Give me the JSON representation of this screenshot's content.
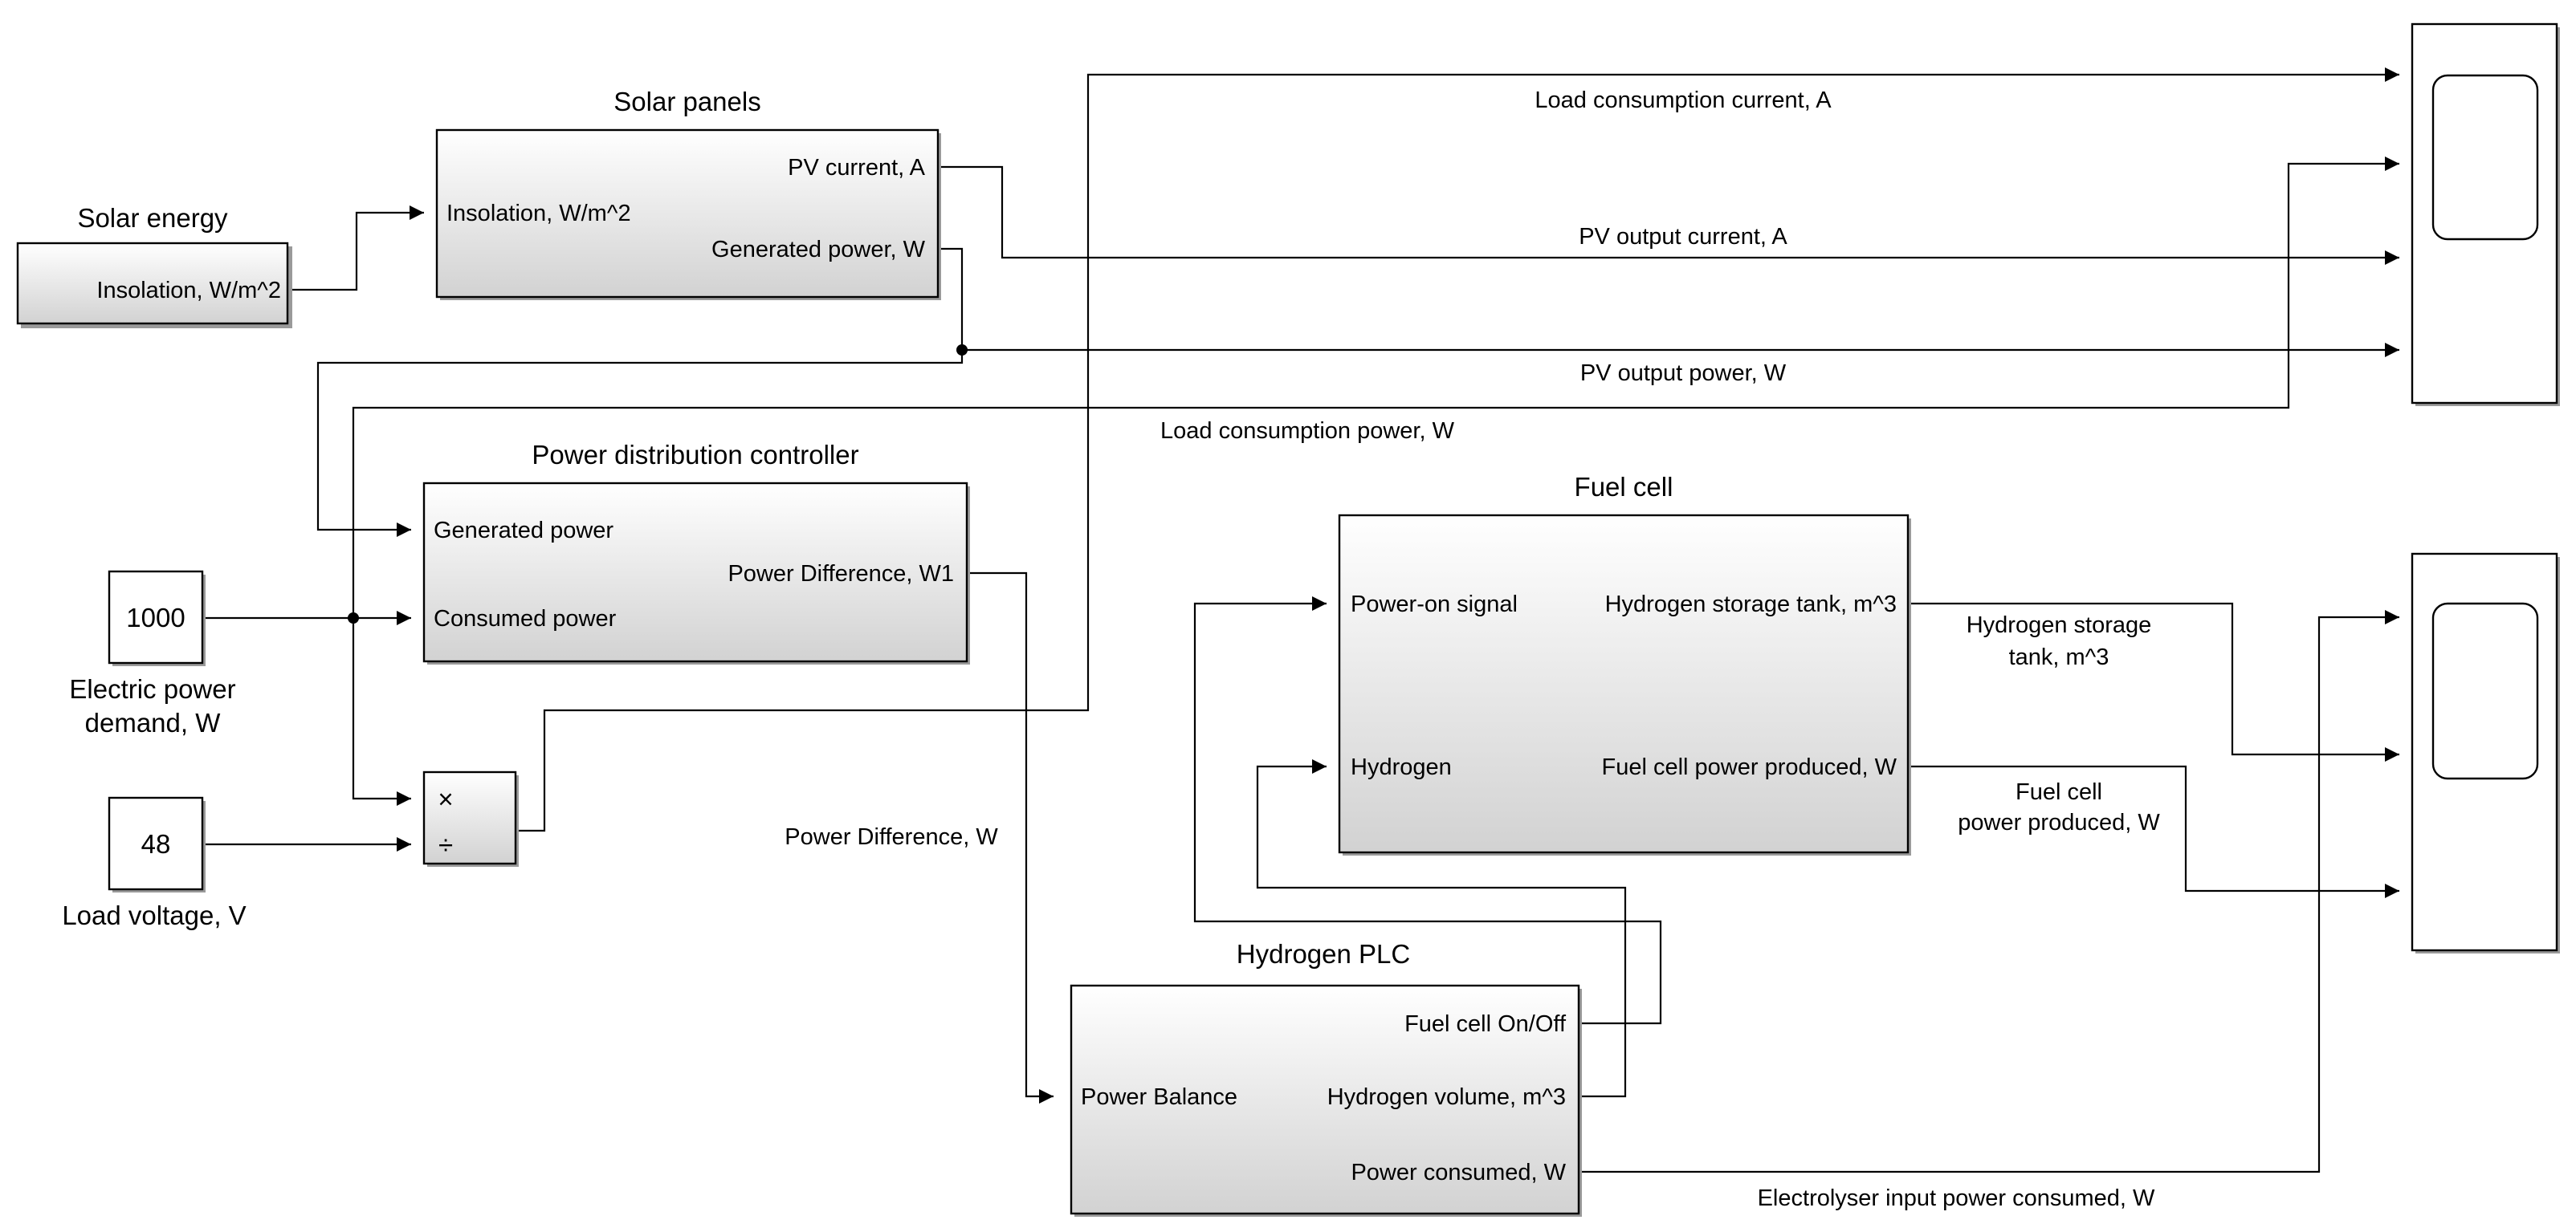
{
  "blocks": {
    "solar_energy": {
      "title": "Solar energy",
      "output": "Insolation, W/m^2"
    },
    "solar_panels": {
      "title": "Solar panels",
      "input": "Insolation, W/m^2",
      "out1": "PV current, A",
      "out2": "Generated power, W"
    },
    "pdc": {
      "title": "Power distribution controller",
      "in1": "Generated power",
      "in2": "Consumed power",
      "out": "Power Difference, W1"
    },
    "demand": {
      "value": "1000",
      "label_line1": "Electric power",
      "label_line2": "demand, W"
    },
    "voltage": {
      "value": "48",
      "label": "Load voltage, V"
    },
    "product": {
      "op1": "×",
      "op2": "÷"
    },
    "fuel_cell": {
      "title": "Fuel cell",
      "in1": "Power-on signal",
      "in2": "Hydrogen",
      "out1": "Hydrogen storage tank, m^3",
      "out2": "Fuel cell power produced, W"
    },
    "plc": {
      "title": "Hydrogen PLC",
      "in": "Power Balance",
      "out1": "Fuel cell On/Off",
      "out2": "Hydrogen volume, m^3",
      "out3": "Power consumed, W"
    }
  },
  "signals": {
    "load_current": "Load consumption current, A",
    "pv_current": "PV output current, A",
    "pv_power": "PV output power, W",
    "load_power": "Load consumption power, W",
    "power_difference": "Power Difference, W",
    "h2_tank_line1": "Hydrogen storage",
    "h2_tank_line2": "tank, m^3",
    "fc_power_line1": "Fuel cell",
    "fc_power_line2": "power produced, W",
    "electrolyser": "Electrolyser input power consumed, W"
  }
}
